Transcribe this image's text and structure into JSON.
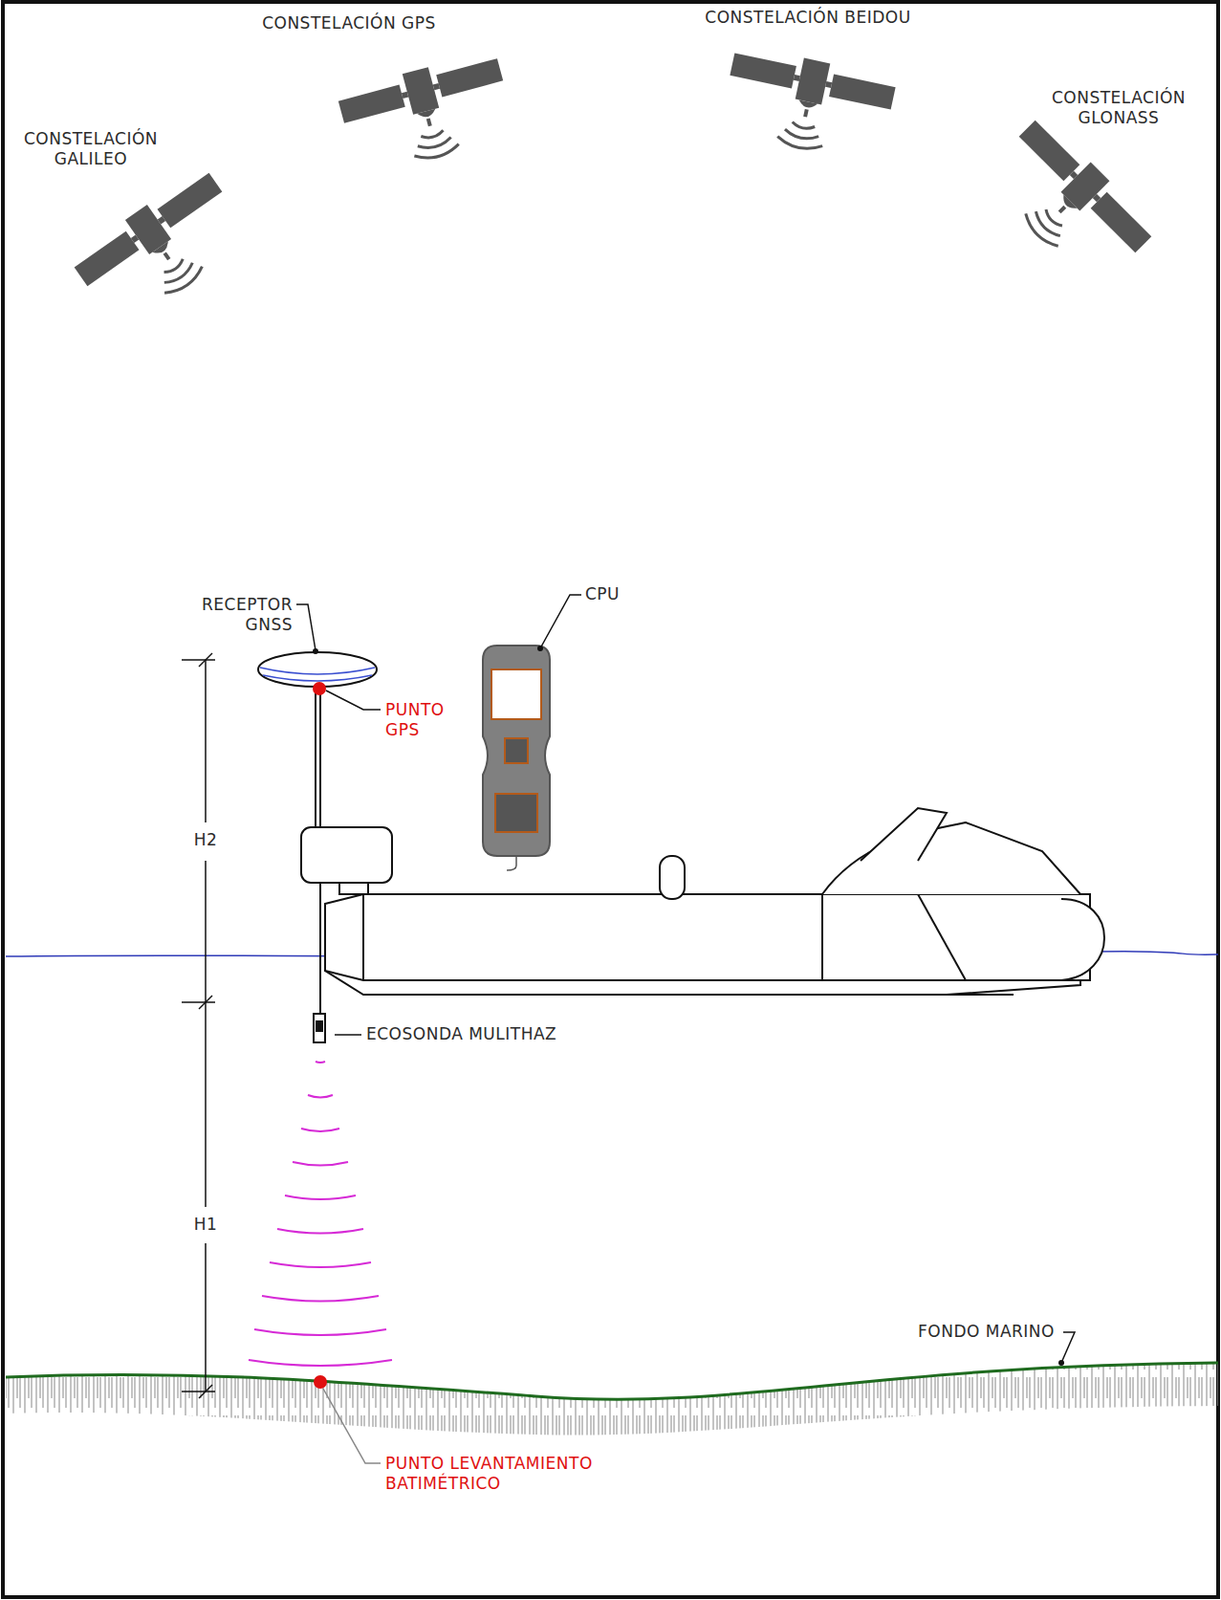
{
  "diagram": {
    "labels": [
      "CONSTELACIÓN GALILEO",
      "CONSTELACIÓN GPS",
      "CONSTELACIÓN BEIDOU",
      "CONSTELACIÓN GLONASS",
      "RECEPTOR GNSS",
      "PUNTO GPS",
      "CPU",
      "H2",
      "H1",
      "ECOSONDA MULITHAZ",
      "FONDO MARINO",
      "PUNTO LEVANTAMIENTO BATIMÉTRICO"
    ]
  }
}
